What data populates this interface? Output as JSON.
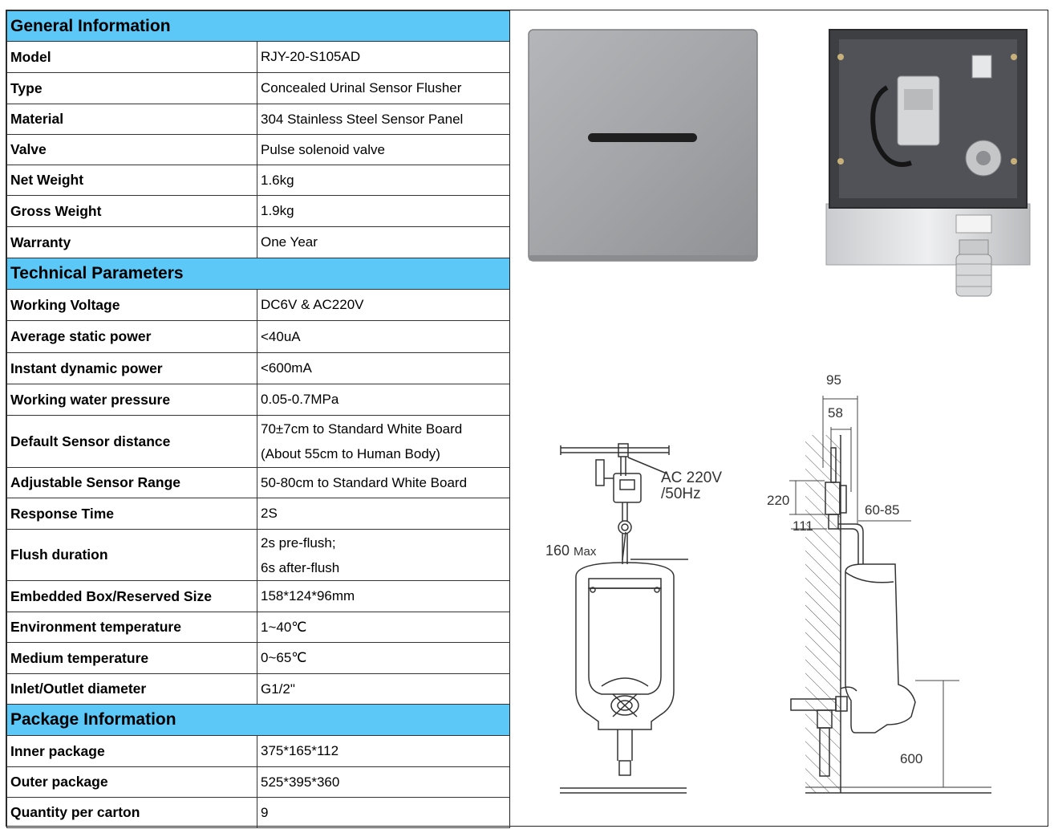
{
  "sections": [
    {
      "title": "General Information",
      "rows": [
        {
          "label": "Model",
          "value": "RJY-20-S105AD"
        },
        {
          "label": "Type",
          "value": "Concealed Urinal Sensor Flusher"
        },
        {
          "label": "Material",
          "value": "304 Stainless Steel Sensor Panel"
        },
        {
          "label": "Valve",
          "value": "Pulse solenoid valve"
        },
        {
          "label": "Net Weight",
          "value": "1.6kg"
        },
        {
          "label": "Gross Weight",
          "value": "1.9kg"
        },
        {
          "label": "Warranty",
          "value": "One Year"
        }
      ]
    },
    {
      "title": "Technical Parameters",
      "rows": [
        {
          "label": "Working Voltage",
          "value": "DC6V & AC220V"
        },
        {
          "label": "Average static power",
          "value": "<40uA"
        },
        {
          "label": "Instant dynamic power",
          "value": "<600mA"
        },
        {
          "label": "Working water pressure",
          "value": "0.05-0.7MPa"
        },
        {
          "label": "Default Sensor distance",
          "value": "70±7cm  to Standard White Board",
          "value2": "(About 55cm to Human Body)"
        },
        {
          "label": "Adjustable Sensor Range",
          "value": "50-80cm to Standard White Board"
        },
        {
          "label": "Response Time",
          "value": "2S"
        },
        {
          "label": "Flush duration",
          "value": "2s pre-flush;",
          "value2": "6s after-flush"
        },
        {
          "label": "Embedded Box/Reserved Size",
          "value": "158*124*96mm"
        },
        {
          "label": "Environment temperature",
          "value": "1~40℃"
        },
        {
          "label": "Medium temperature",
          "value": "0~65℃"
        },
        {
          "label": "Inlet/Outlet diameter",
          "value": "G1/2\""
        }
      ]
    },
    {
      "title": "Package Information",
      "rows": [
        {
          "label": "Inner package",
          "value": "375*165*112"
        },
        {
          "label": "Outer package",
          "value": "525*395*360"
        },
        {
          "label": "Quantity per carton",
          "value": "9"
        }
      ]
    }
  ],
  "diagram": {
    "front": {
      "power_line1": "AC 220V",
      "power_line2": "/50Hz",
      "max_label": "160",
      "max_unit": "Max"
    },
    "side": {
      "dim_95": "95",
      "dim_58": "58",
      "dim_220": "220",
      "dim_111": "111",
      "dim_6085": "60-85",
      "dim_600": "600"
    }
  },
  "colors": {
    "section_header": "#5cc8f7"
  }
}
